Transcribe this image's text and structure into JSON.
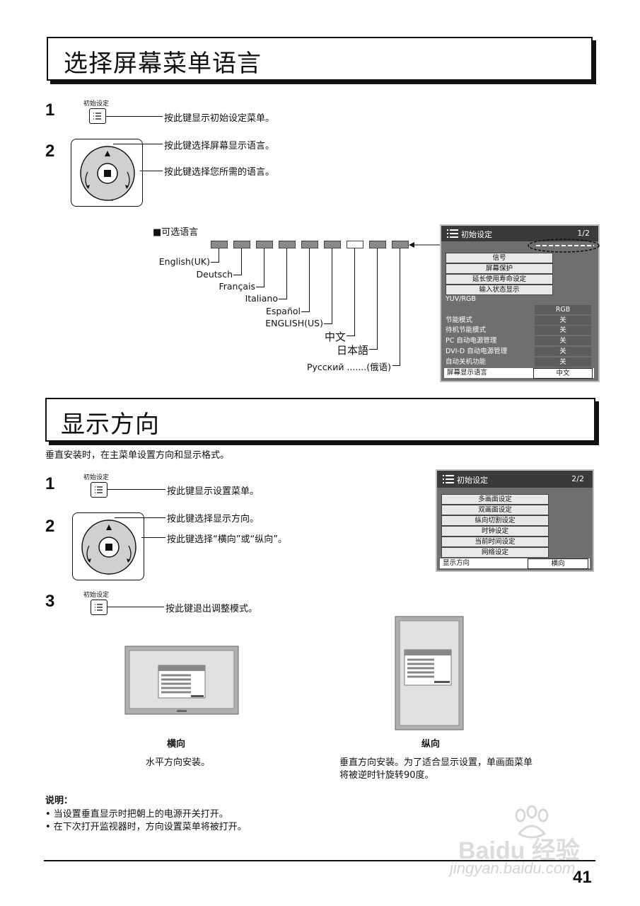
{
  "section1": {
    "title": "选择屏幕菜单语言",
    "btn_caption": "初始设定",
    "step1_num": "1",
    "step1_text": "按此键显示初始设定菜单。",
    "step2_num": "2",
    "step2_text_a": "按此键选择屏幕显示语言。",
    "step2_text_b": "按此键选择您所需的语言。",
    "lang_header": "■可选语言",
    "languages": [
      "English(UK)",
      "Deutsch",
      "Français",
      "Italiano",
      "Español",
      "ENGLISH(US)",
      "中文",
      "日本語",
      "Русский .......(俄语)"
    ],
    "osd": {
      "title": "初始设定",
      "page": "1/2",
      "buttons": [
        "信号",
        "屏幕保护",
        "延长使用寿命设定",
        "输入状态显示"
      ],
      "yuv_label": "YUV/RGB",
      "yuv_value": "RGB",
      "rows": [
        {
          "label": "节能模式",
          "value": "关"
        },
        {
          "label": "待机节能模式",
          "value": "关"
        },
        {
          "label": "PC 自动电源管理",
          "value": "关"
        },
        {
          "label": "DVI-D 自动电源管理",
          "value": "关"
        },
        {
          "label": "自动关机功能",
          "value": "关"
        }
      ],
      "lang_row_label": "屏幕显示语言",
      "lang_row_value": "中文"
    }
  },
  "section2": {
    "title": "显示方向",
    "intro": "垂直安装时，在主菜单设置方向和显示格式。",
    "btn_caption": "初始设定",
    "step1_num": "1",
    "step1_text": "按此键显示设置菜单。",
    "step2_num": "2",
    "step2_text_a": "按此键选择显示方向。",
    "step2_text_b": "按此键选择“横向”或“纵向”。",
    "step3_num": "3",
    "step3_text": "按此键退出调整模式。",
    "osd": {
      "title": "初始设定",
      "page": "2/2",
      "buttons": [
        "多画面设定",
        "双画面设定",
        "纵向切割设定",
        "时钟设定",
        "当前时间设定",
        "网络设定"
      ],
      "dir_label": "显示方向",
      "dir_value": "横向"
    },
    "landscape_title": "横向",
    "landscape_desc": "水平方向安装。",
    "portrait_title": "纵向",
    "portrait_desc_1": "垂直方向安装。为了适合显示设置，单画面菜单",
    "portrait_desc_2": "将被逆时针旋转90度。",
    "notes_title": "说明：",
    "notes": [
      "• 当设置垂直显示时把朝上的电源开关打开。",
      "• 在下次打开监视器时，方向设置菜单将被打开。"
    ]
  },
  "footer": {
    "page_number": "41",
    "watermark_brand": "Baidu 经验",
    "watermark_url": "jingyan.baidu.com"
  }
}
